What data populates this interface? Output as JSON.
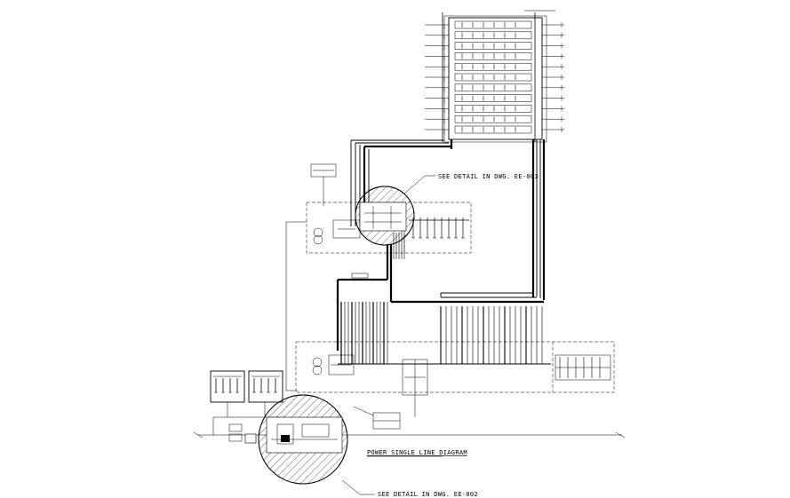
{
  "diagram": {
    "title": "POWER SINGLE LINE DIAGRAM",
    "callouts": [
      {
        "text": "SEE DETAIL IN DWG. EE-003"
      },
      {
        "text": "SEE DETAIL IN DWG. EE-002"
      }
    ],
    "colors": {
      "ink": "#000000",
      "paper": "#ffffff"
    }
  }
}
